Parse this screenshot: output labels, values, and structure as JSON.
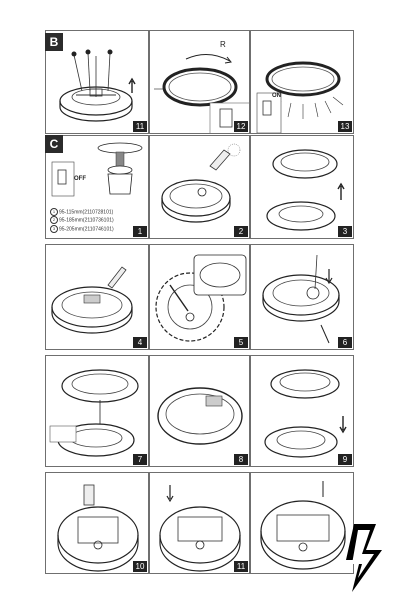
{
  "sections": {
    "b": {
      "letter": "B"
    },
    "c": {
      "letter": "C"
    }
  },
  "steps": {
    "b11": "11",
    "b12": "12",
    "b13": "13",
    "c1": "1",
    "c2": "2",
    "c3": "3",
    "c4": "4",
    "c5": "5",
    "c6": "6",
    "c7": "7",
    "c8": "8",
    "c9": "9",
    "c10": "10",
    "c11": "11"
  },
  "labels": {
    "rotate": "R",
    "on": "ON",
    "off": "OFF"
  },
  "legend": [
    {
      "mark": "1",
      "text": "95-115mm(2110728101)"
    },
    {
      "mark": "2",
      "text": "95-185mm(2110736101)"
    },
    {
      "mark": "3",
      "text": "95-205mm(2110746101)"
    }
  ]
}
